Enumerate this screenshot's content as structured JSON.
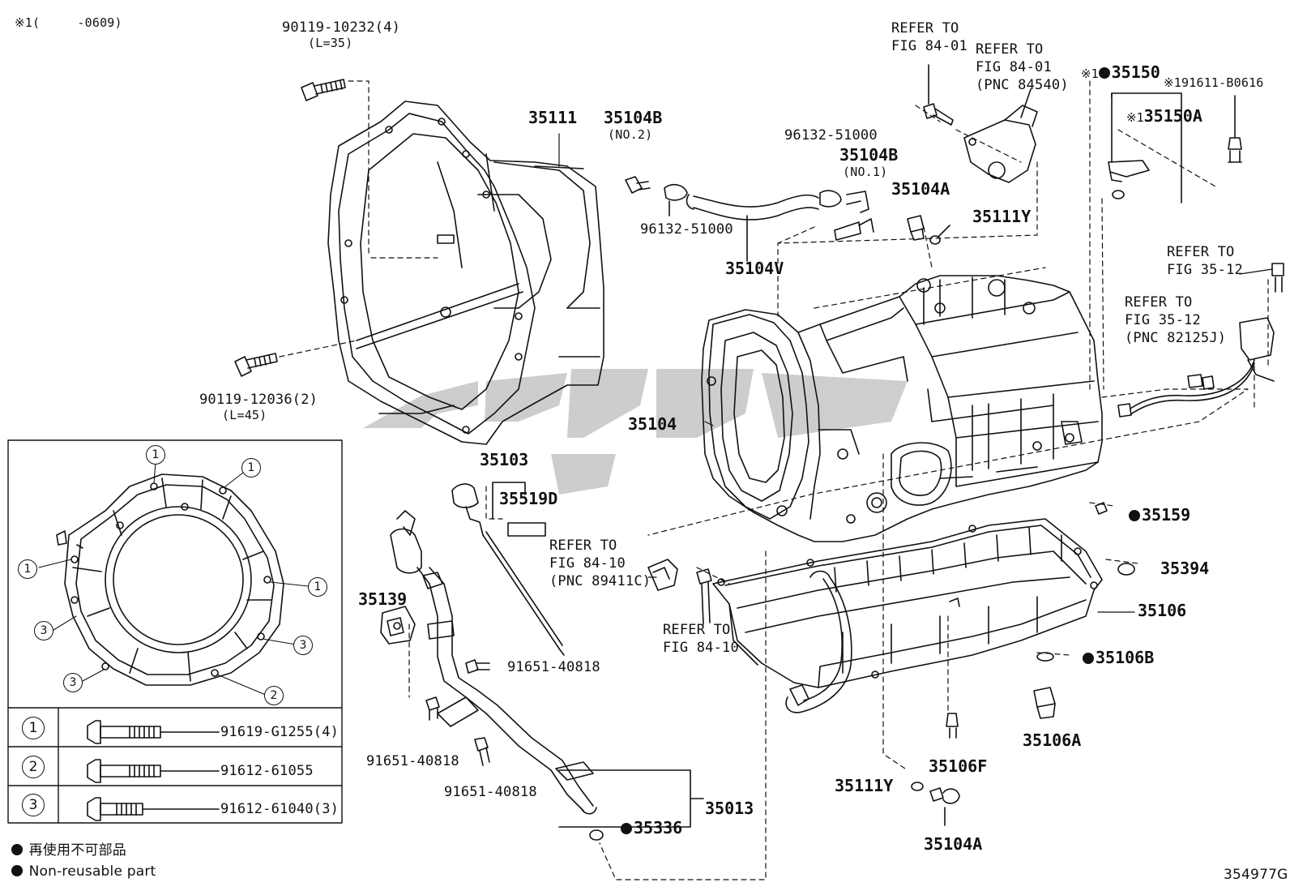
{
  "header": {
    "note": "※1(     -0609)"
  },
  "drawing_id": "354977G",
  "legend": {
    "jp": "再使用不可部品",
    "en": "Non-reusable part"
  },
  "bolt_table": [
    {
      "num": "1",
      "part": "91619-G1255(4)"
    },
    {
      "num": "2",
      "part": "91612-61055"
    },
    {
      "num": "3",
      "part": "91612-61040(3)"
    }
  ],
  "inset_callouts": {
    "one": "1",
    "two": "2",
    "three": "3"
  },
  "labels": {
    "bolt_top": "90119-10232(4)",
    "bolt_top_len": "(L=35)",
    "bolt_mid": "90119-12036(2)",
    "bolt_mid_len": "(L=45)",
    "housing": "35111",
    "hose_no2": "35104B",
    "hose_no2_sub": "(NO.2)",
    "clamp_a": "96132-51000",
    "clamp_b": "96132-51000",
    "hose_no1": "35104B",
    "hose_no1_sub": "(NO.1)",
    "hose": "35104V",
    "plug_top": "35104A",
    "oring_top": "35111Y",
    "refer_a1": "REFER TO",
    "refer_a2": "FIG 84-01",
    "refer_b1": "REFER TO",
    "refer_b2": "FIG 84-01",
    "refer_b3": "(PNC 84540)",
    "sol_mark": "※1",
    "sol": "35150",
    "sol_bolt": "※191611-B0616",
    "sol_a_mark": "※1",
    "sol_a": "35150A",
    "refer_c1": "REFER TO",
    "refer_c2": "FIG 35-12",
    "refer_d1": "REFER TO",
    "refer_d2": "FIG 35-12",
    "refer_d3": "(PNC 82125J)",
    "case": "35104",
    "dipstick": "35103",
    "tag": "35519D",
    "refer_e1": "REFER TO",
    "refer_e2": "FIG 84-10",
    "refer_e3": "(PNC 89411C)",
    "refer_f1": "REFER TO",
    "refer_f2": "FIG 84-10",
    "bracket": "35139",
    "bolt_a": "91651-40818",
    "bolt_b": "91651-40818",
    "bolt_c": "91651-40818",
    "tube": "35013",
    "oring_tube": "35336",
    "gasket": "35159",
    "oring_pan": "35394",
    "pan": "35106",
    "gasket_drain": "35106B",
    "drain_plug": "35106A",
    "magnet": "35106F",
    "oring_bottom": "35111Y",
    "plug_bottom": "35104A"
  }
}
